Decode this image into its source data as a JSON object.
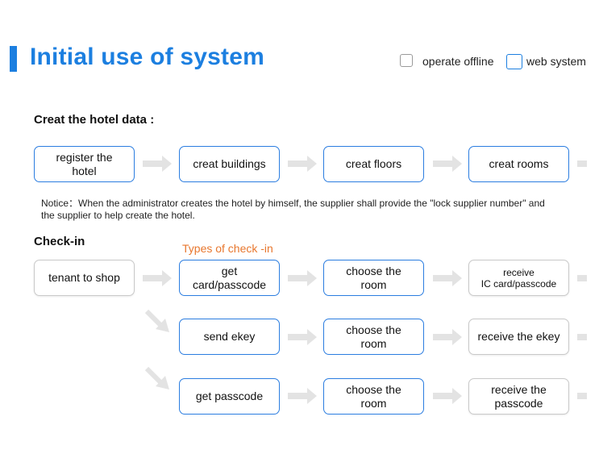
{
  "header": {
    "title": "Initial use of system",
    "legend": [
      {
        "label": "operate offline",
        "color": "#9a9a9a"
      },
      {
        "label": "web system",
        "color": "#1c7fe0"
      }
    ]
  },
  "hotel": {
    "heading": "Creat the hotel data :",
    "steps": [
      "register the\nhotel",
      "creat buildings",
      "creat floors",
      "creat rooms"
    ],
    "notice_line1": "Notice：When the administrator creates the hotel by himself, the supplier shall provide the \"lock supplier number\" and",
    "notice_line2": "the supplier to help create the hotel."
  },
  "checkin": {
    "heading": "Check-in",
    "types_label": "Types of check -in",
    "start": "tenant to shop",
    "rows": [
      {
        "get": "get\ncard/passcode",
        "choose": "choose the\nroom",
        "receive": "receive\nIC card/passcode"
      },
      {
        "get": "send ekey",
        "choose": "choose the\nroom",
        "receive": "receive the ekey"
      },
      {
        "get": "get passcode",
        "choose": "choose the\nroom",
        "receive": "receive the\npasscode"
      }
    ]
  },
  "colors": {
    "accent": "#1c7fe0",
    "arrow": "#e3e3e3",
    "types_label": "#e8772e"
  }
}
